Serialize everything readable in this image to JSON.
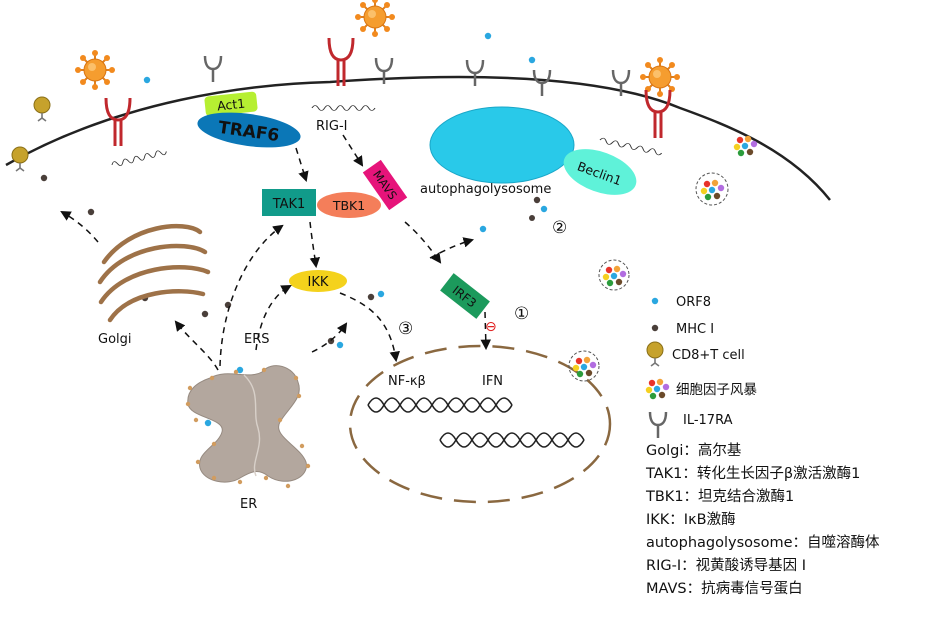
{
  "labels": {
    "act1": "Act1",
    "traf6": "TRAF6",
    "rigi": "RIG-Ⅰ",
    "tak1": "TAK1",
    "tbk1": "TBK1",
    "mavs": "MAVS",
    "ikk": "IKK",
    "irf3": "IRF3",
    "autophagolysosome": "autophagolysosome",
    "beclin1": "Beclin1",
    "golgi": "Golgi",
    "ers": "ERS",
    "er": "ER",
    "nfkb": "NF-κβ",
    "ifn": "IFN",
    "step1": "①",
    "step2": "②",
    "step3": "③",
    "inhibit": "⊖"
  },
  "legend": {
    "orf8": "ORF8",
    "mhc": "MHC Ⅰ",
    "cd8": "CD8+T cell",
    "cytokine": "细胞因子风暴",
    "il17ra": "IL-17RA"
  },
  "glossary": [
    "Golgi：高尔基",
    "TAK1：转化生长因子β激活激酶1",
    "TBK1：坦克结合激酶1",
    "IKK：IκB激酶",
    "autophagolysosome：自噬溶酶体",
    "RIG-Ⅰ：视黄酸诱导基因 Ⅰ",
    "MAVS：抗病毒信号蛋白"
  ],
  "icons": {
    "orf8": "blue-dot-icon",
    "mhc": "dark-dot-icon",
    "cd8": "t-cell-icon",
    "cytokine": "cytokine-cluster-icon",
    "il17ra": "receptor-y-icon",
    "virus": "virus-icon"
  },
  "colors": {
    "orf8": "#2aa7e0",
    "mhc": "#4a3f3a",
    "traf6": "#0b77b7",
    "act1": "#b6ef32",
    "tak1": "#119b8a",
    "tbk1": "#f47e5a",
    "mavs": "#e6147a",
    "ikk": "#f4d21c",
    "irf3": "#1c9a5c",
    "autophagolysosome": "#29c9e9",
    "beclin1": "#5ff2d9",
    "golgi": "#9e7248",
    "er": "#b3a79e",
    "virus": "#f59d2f",
    "receptor": "#c0282d",
    "nucleus": "#8a6840",
    "tcell": "#c0a02a"
  }
}
